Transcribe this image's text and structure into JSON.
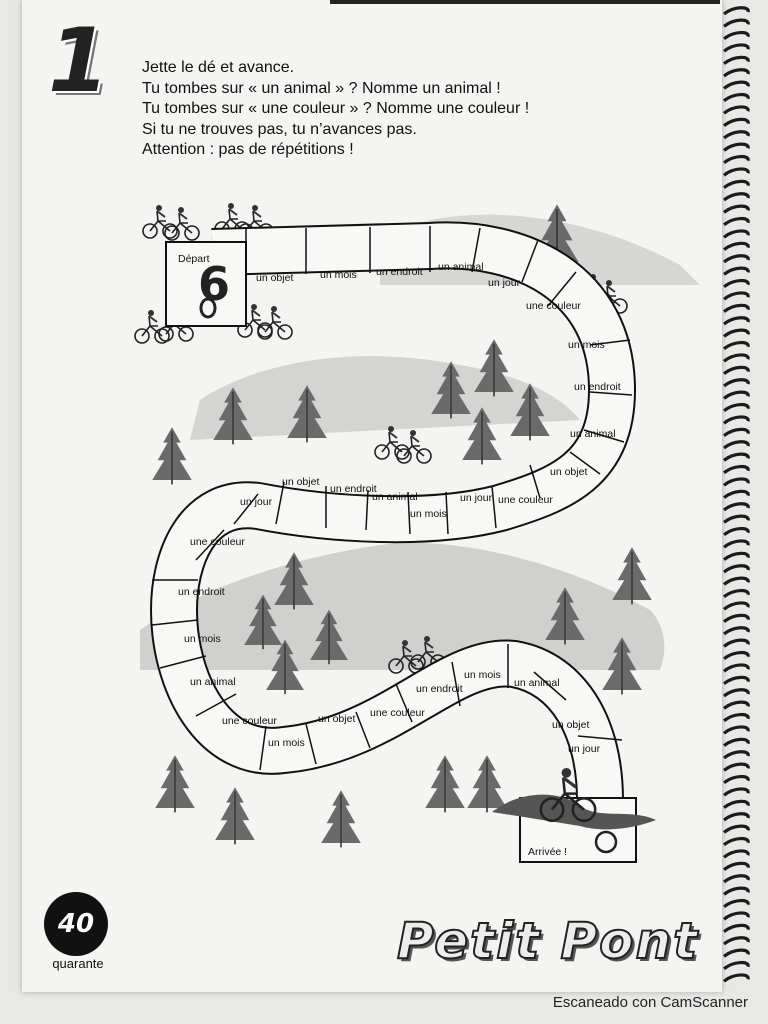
{
  "exercise_number": "1",
  "instructions": [
    "Jette le dé et avance.",
    "Tu tombes sur « un animal » ? Nomme un animal !",
    "Tu tombes sur « une couleur » ? Nomme une couleur !",
    "Si tu ne trouves pas, tu n’avances pas.",
    "Attention : pas de répétitions !"
  ],
  "board": {
    "start_label": "Départ",
    "finish_label": "Arrivée !",
    "cells": [
      "un objet",
      "un mois",
      "un endroit",
      "un animal",
      "un jour",
      "une couleur",
      "un mois",
      "un endroit",
      "un animal",
      "un objet",
      "une couleur",
      "un jour",
      "un mois",
      "un animal",
      "un endroit",
      "un objet",
      "un jour",
      "une couleur",
      "un endroit",
      "un mois",
      "un animal",
      "une couleur",
      "un mois",
      "un objet",
      "une couleur",
      "un endroit",
      "un mois",
      "un animal",
      "un objet",
      "un jour"
    ]
  },
  "footer": {
    "page_number": "40",
    "page_word": "quarante",
    "brand": "Petit Pont",
    "scanner_watermark": "Escaneado con CamScanner"
  }
}
